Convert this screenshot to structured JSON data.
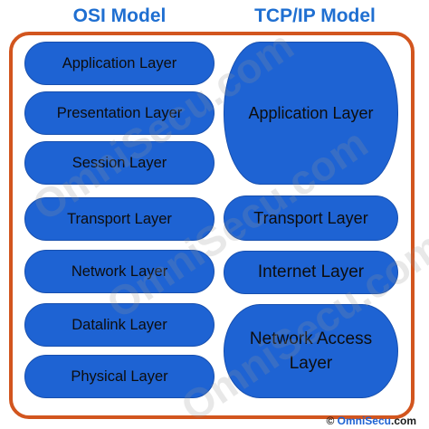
{
  "titles": {
    "osi": "OSI Model",
    "tcpip": "TCP/IP Model"
  },
  "osi_layers": [
    "Application Layer",
    "Presentation Layer",
    "Session Layer",
    "Transport Layer",
    "Network Layer",
    "Datalink Layer",
    "Physical Layer"
  ],
  "tcpip_layers": [
    "Application Layer",
    "Transport Layer",
    "Internet Layer",
    "Network Access Layer"
  ],
  "watermark": "OmniSecu.com",
  "copyright": {
    "symbol": "©",
    "brand": "OmniSecu",
    "suffix": ".com"
  },
  "colors": {
    "accent": "#1f6fd1",
    "frame": "#d2551e",
    "layer_fill": "#1e63d3"
  }
}
